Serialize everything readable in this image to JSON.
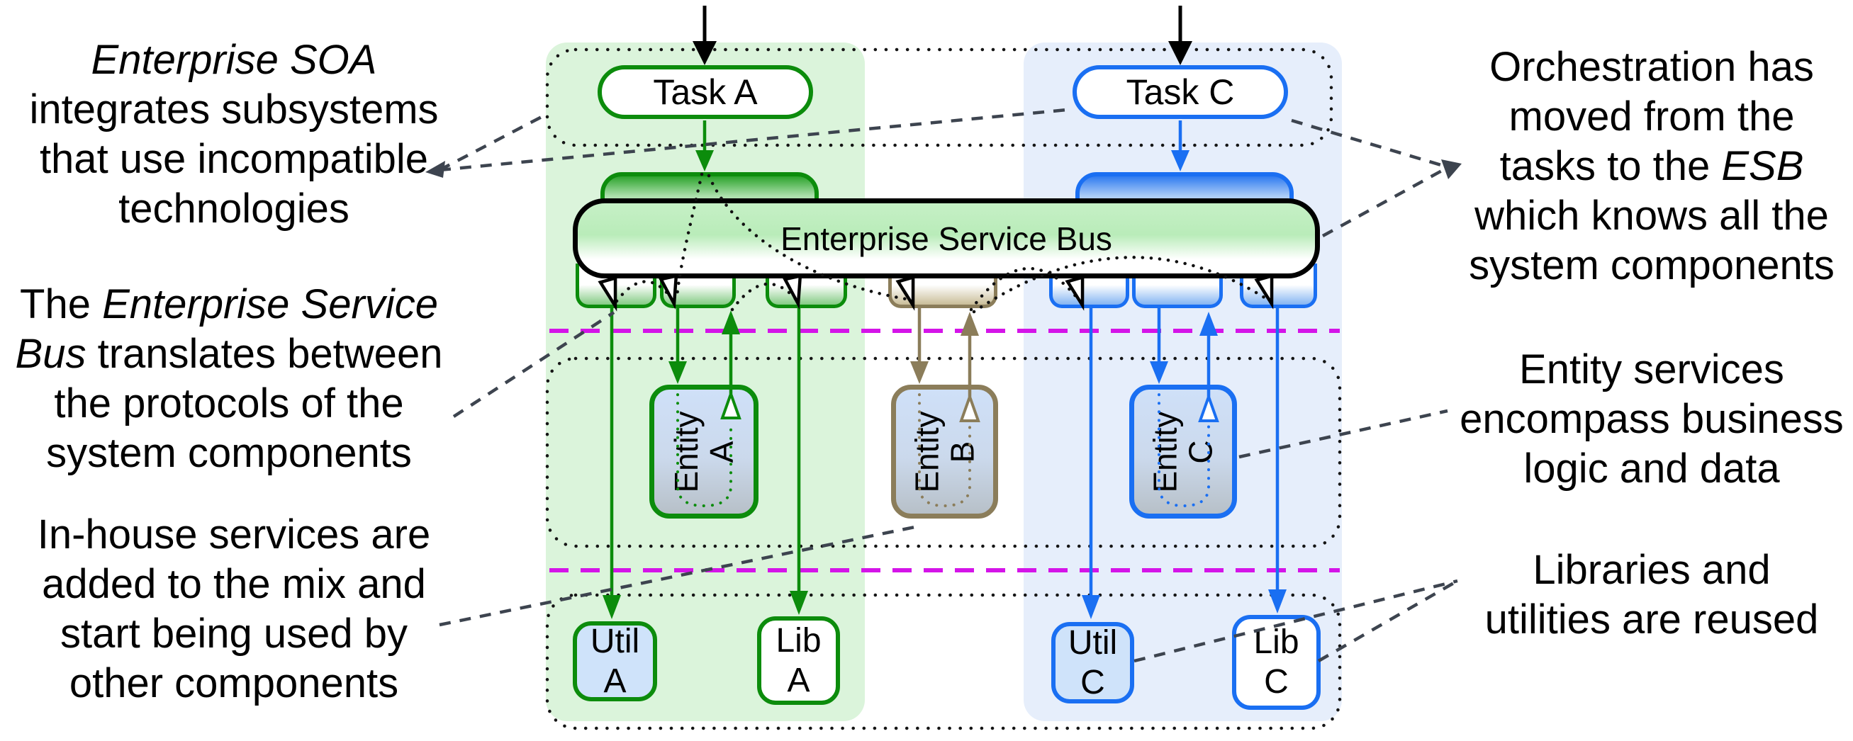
{
  "annotations": {
    "soa": {
      "lines": [
        [
          {
            "t": "Enterprise SOA",
            "i": 1
          }
        ],
        [
          {
            "t": "integrates subsystems"
          }
        ],
        [
          {
            "t": "that use incompatible"
          }
        ],
        [
          {
            "t": "technologies"
          }
        ]
      ]
    },
    "esb_translate": {
      "lines": [
        [
          {
            "t": "The "
          },
          {
            "t": "Enterprise Service",
            "i": 1
          }
        ],
        [
          {
            "t": "Bus",
            "i": 1
          },
          {
            "t": " translates between"
          }
        ],
        [
          {
            "t": "the protocols of the"
          }
        ],
        [
          {
            "t": "system components"
          }
        ]
      ]
    },
    "inhouse": {
      "lines": [
        [
          {
            "t": "In-house services are"
          }
        ],
        [
          {
            "t": "added to the mix and"
          }
        ],
        [
          {
            "t": "start being used by"
          }
        ],
        [
          {
            "t": "other components"
          }
        ]
      ]
    },
    "orchestration": {
      "lines": [
        [
          {
            "t": "Orchestration has"
          }
        ],
        [
          {
            "t": "moved from the"
          }
        ],
        [
          {
            "t": "tasks to the "
          },
          {
            "t": "ESB",
            "i": 1
          }
        ],
        [
          {
            "t": "which knows all the"
          }
        ],
        [
          {
            "t": "system components"
          }
        ]
      ]
    },
    "entity_services": {
      "lines": [
        [
          {
            "t": "Entity services"
          }
        ],
        [
          {
            "t": "encompass business"
          }
        ],
        [
          {
            "t": "logic and data"
          }
        ]
      ]
    },
    "libraries": {
      "lines": [
        [
          {
            "t": "Libraries and"
          }
        ],
        [
          {
            "t": "utilities are reused"
          }
        ]
      ]
    }
  },
  "diagram": {
    "bus_label": "Enterprise Service Bus",
    "task_a": "Task A",
    "task_c": "Task C",
    "entity_a": "Entity A",
    "entity_b": "Entity B",
    "entity_c": "Entity\nC",
    "util_a": "Util\nA",
    "lib_a": "Lib\nA",
    "util_c": "Util\nC",
    "lib_c": "Lib\nC"
  },
  "colors": {
    "green_stroke": "#0c8c0c",
    "green_band": "#dbf4db",
    "blue_stroke": "#1a6ff2",
    "blue_band": "#e6eefb",
    "tan_stroke": "#8b7d5a",
    "magenta_divider": "#d414e8",
    "annotation_gray": "#3d444f",
    "entity_fill_top": "#cfe0f8",
    "entity_fill_bottom": "#b7c0c8",
    "util_fill": "#cfe3fa",
    "bus_fill_top": "#b9ecb9"
  }
}
